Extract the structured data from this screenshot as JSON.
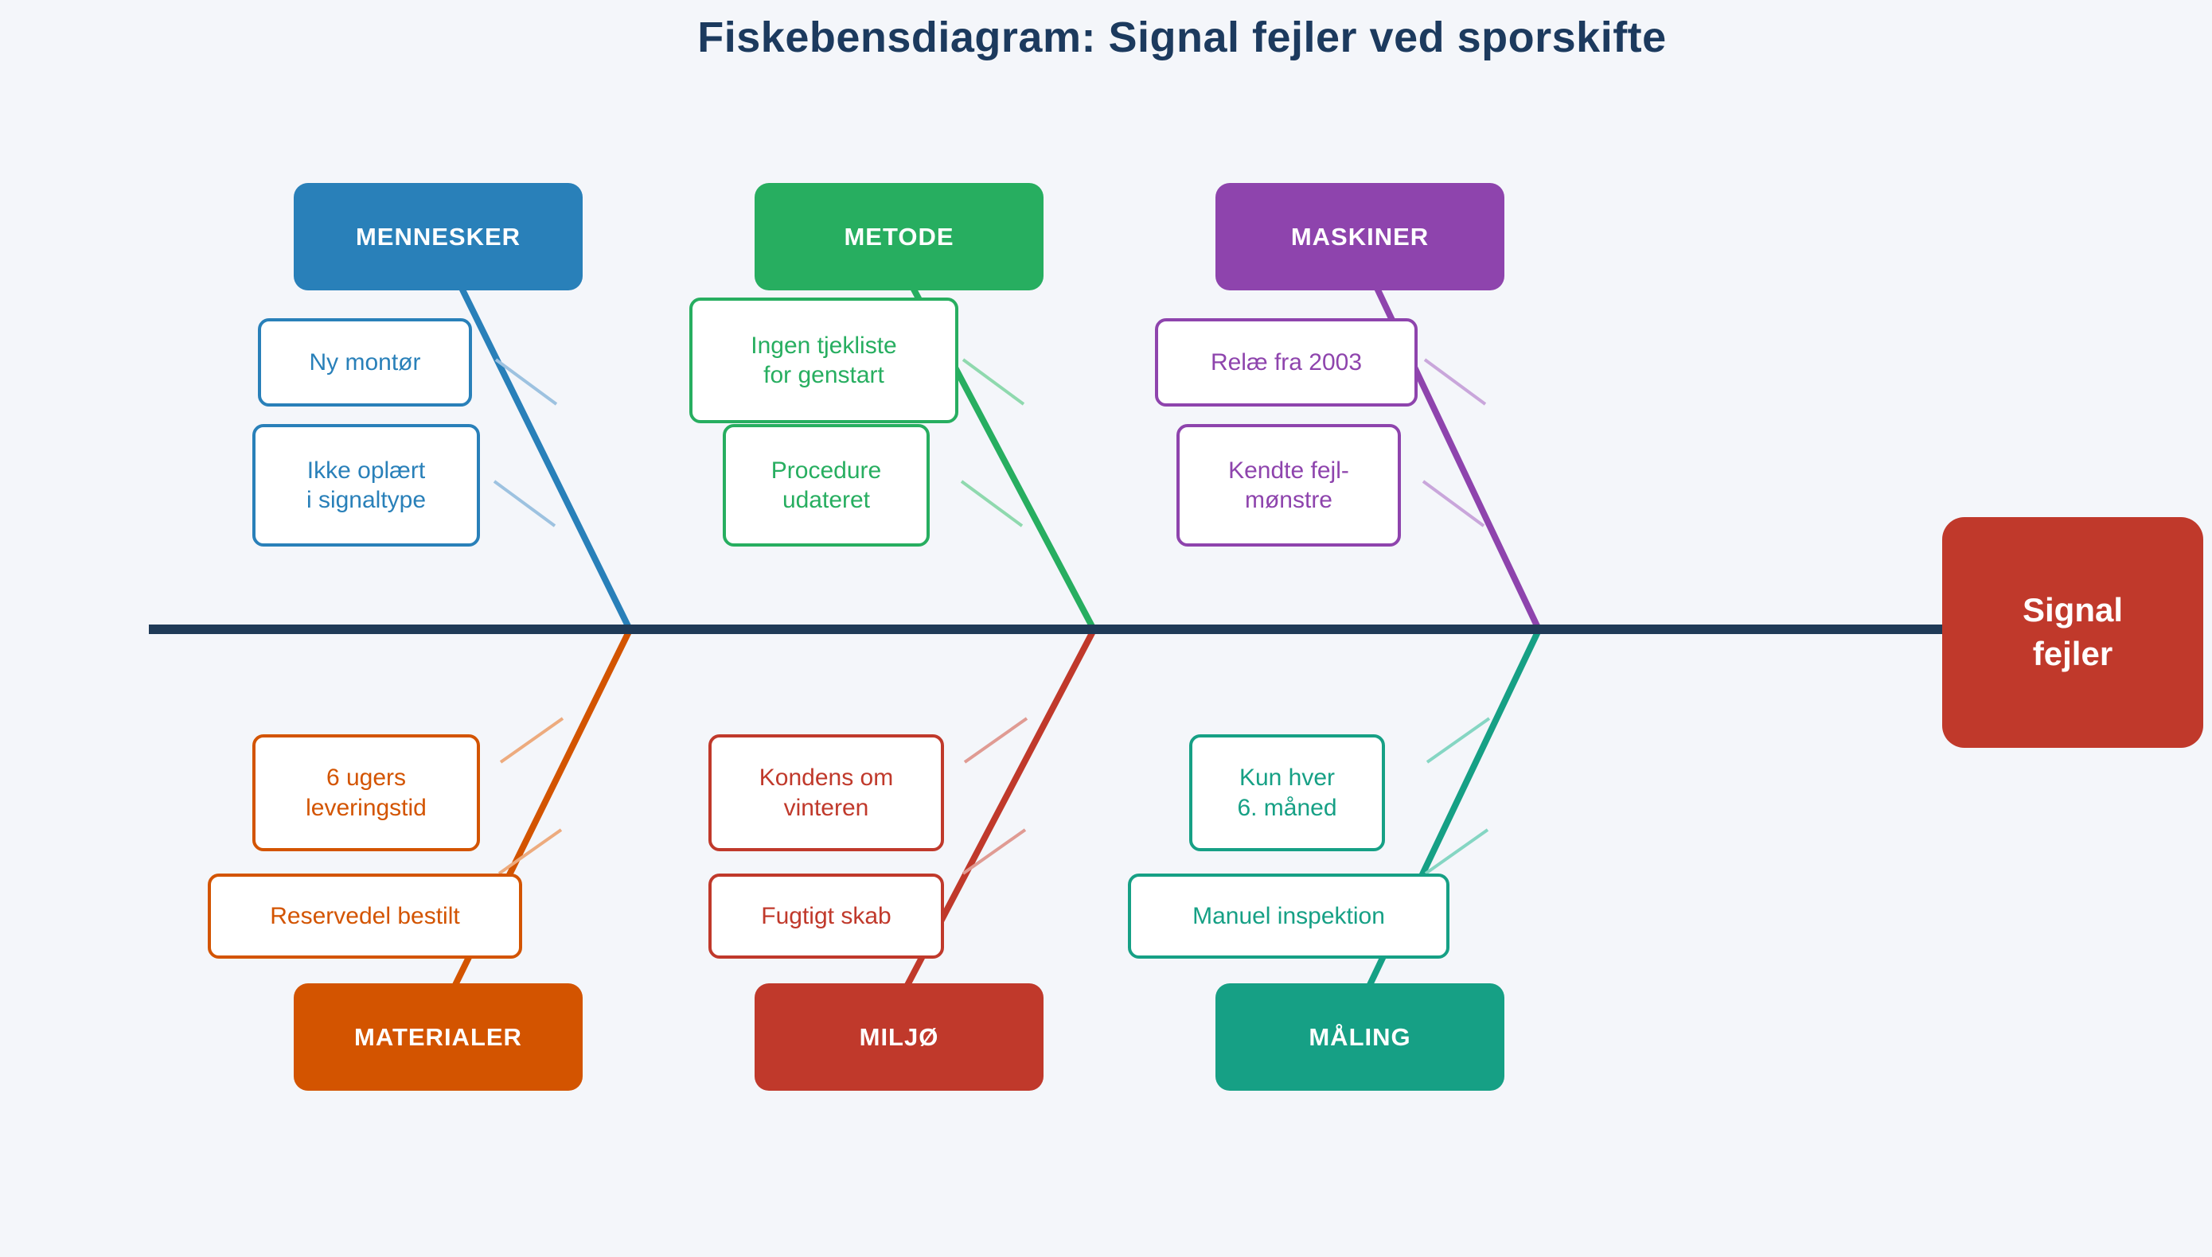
{
  "title": "Fiskebensdiagram: Signal fejler ved sporskifte",
  "background_color": "#f4f6fa",
  "spine": {
    "color": "#1f3a57"
  },
  "effect": {
    "label": "Signal\nfejler",
    "color": "#c0392b",
    "text_color": "#ffffff"
  },
  "categories": [
    {
      "id": "mennesker",
      "label": "MENNESKER",
      "side": "top",
      "color": "#2980b9",
      "tick_color": "#9dc2e0",
      "causes": [
        "Ny montør",
        "Ikke oplært\ni signaltype"
      ]
    },
    {
      "id": "metode",
      "label": "METODE",
      "side": "top",
      "color": "#27ae60",
      "tick_color": "#8fd9ae",
      "causes": [
        "Ingen tjekliste\nfor genstart",
        "Procedure\nudateret"
      ]
    },
    {
      "id": "maskiner",
      "label": "MASKINER",
      "side": "top",
      "color": "#8e44ad",
      "tick_color": "#c9a6db",
      "causes": [
        "Relæ fra 2003",
        "Kendte fejl-\nmønstre"
      ]
    },
    {
      "id": "materialer",
      "label": "MATERIALER",
      "side": "bottom",
      "color": "#d35400",
      "tick_color": "#edab7e",
      "causes": [
        "6 ugers\nleveringstid",
        "Reservedel bestilt"
      ]
    },
    {
      "id": "miljoe",
      "label": "MILJØ",
      "side": "bottom",
      "color": "#c0392b",
      "tick_color": "#e09b93",
      "causes": [
        "Kondens om\nvinteren",
        "Fugtigt skab"
      ]
    },
    {
      "id": "maaling",
      "label": "MÅLING",
      "side": "bottom",
      "color": "#16a085",
      "tick_color": "#85d6c3",
      "causes": [
        "Kun hver\n6. måned",
        "Manuel inspektion"
      ]
    }
  ]
}
